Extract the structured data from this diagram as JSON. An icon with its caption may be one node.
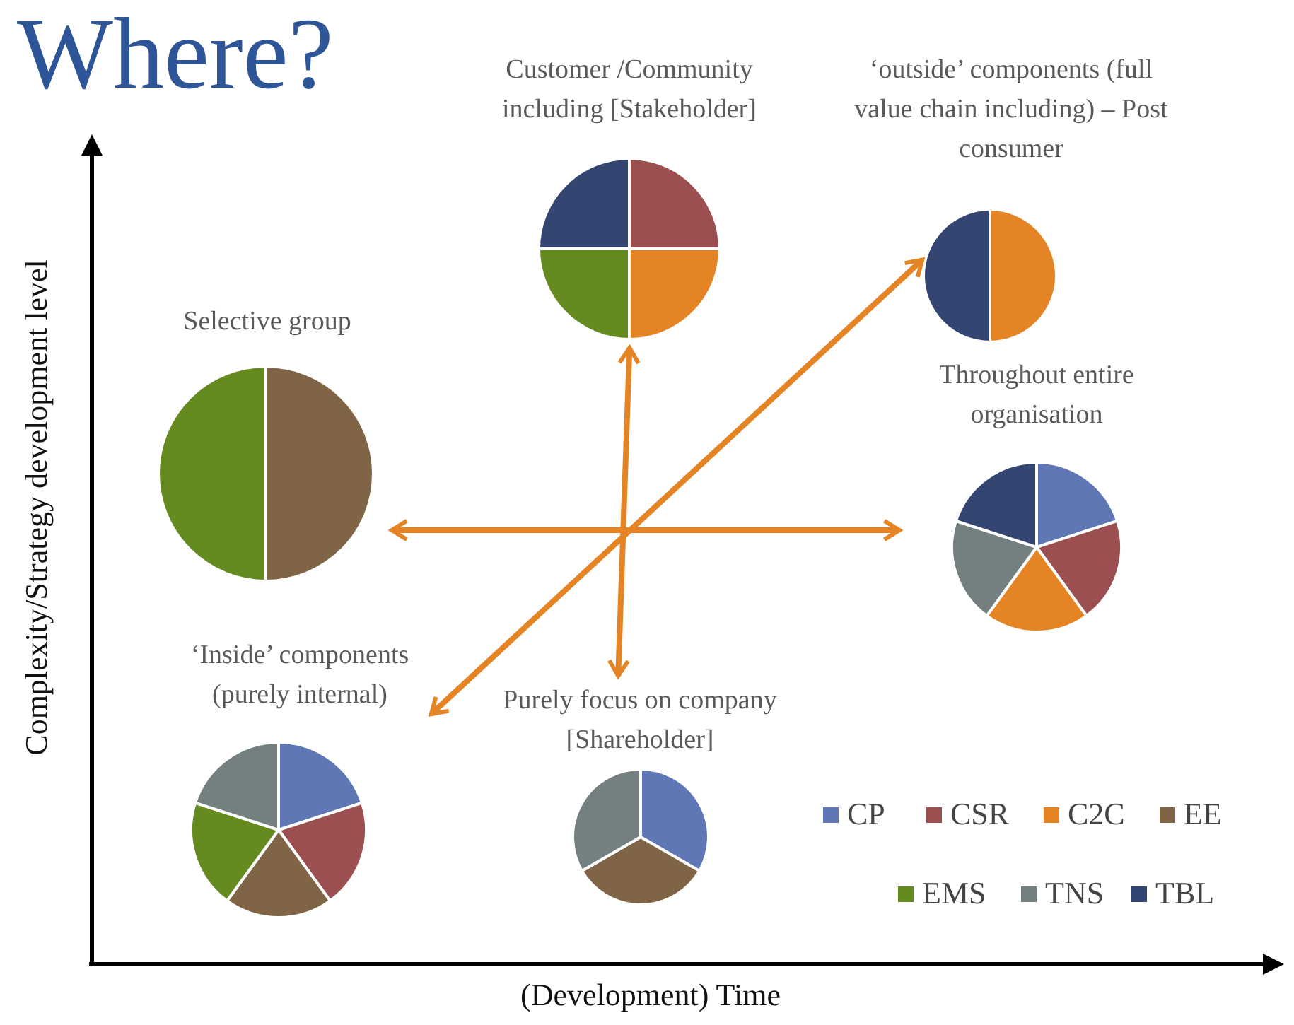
{
  "diagram": {
    "title": "Where?",
    "nodes": [
      {
        "text": [
          "Customer /Community including [Stakeholder]"
        ]
      },
      {
        "text": [
          "‘outside’ components (full value chain including) – Post consumer"
        ]
      },
      {
        "text": [
          "Selective group"
        ]
      },
      {
        "text": [
          "Throughout entire organisation"
        ]
      },
      {
        "text": [
          "‘Inside’ components (purely internal)"
        ]
      },
      {
        "text": [
          "Purely focus on company [Shareholder]"
        ]
      }
    ],
    "edges": [
      {
        "from": 0,
        "to": 5,
        "arrow": "both"
      },
      {
        "from": 2,
        "to": 3,
        "arrow": "both"
      },
      {
        "from": 1,
        "to": 4,
        "arrow": "both"
      }
    ],
    "labels": [
      "Complexity/Strategy development level",
      "(Development) Time"
    ],
    "legend": [
      {
        "text": "CP",
        "color": "#5f77b5"
      },
      {
        "text": "CSR",
        "color": "#9c4f50"
      },
      {
        "text": "C2C",
        "color": "#e58424"
      },
      {
        "text": "EE",
        "color": "#7f6445"
      },
      {
        "text": "EMS",
        "color": "#658a1f"
      },
      {
        "text": "TNS",
        "color": "#747f80"
      },
      {
        "text": "TBL",
        "color": "#334570"
      }
    ]
  }
}
